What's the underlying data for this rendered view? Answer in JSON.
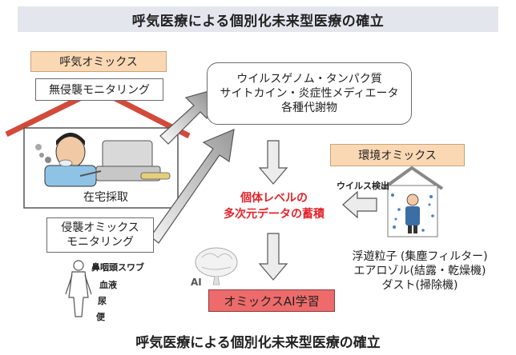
{
  "header": {
    "title": "呼気医療による個別化未来型医療の確立"
  },
  "breath_omics": {
    "label": "呼気オミックス",
    "monitoring": "無侵襲モニタリング",
    "home_sampling": "在宅採取"
  },
  "targets": {
    "line1": "ウイルスゲノム・タンパク質",
    "line2": "サイトカイン・炎症性メディエータ",
    "line3": "各種代謝物"
  },
  "invasive": {
    "line1": "侵襲オミックス",
    "line2": "モニタリング"
  },
  "samples": {
    "swab": "鼻咽頭スワブ",
    "blood": "血液",
    "urine": "尿",
    "stool": "便"
  },
  "center": {
    "line1": "個体レベルの",
    "line2": "多次元データの蓄積"
  },
  "environment": {
    "label": "環境オミックス",
    "virus_detection": "ウイルス検出",
    "source1": "浮遊粒子 (集塵フィルター)",
    "source2": "エアロゾル(結露・乾燥機)",
    "source3": "ダスト(掃除機)"
  },
  "ai": {
    "icon_label": "AI",
    "learning": "オミックスAI学習"
  },
  "footer": {
    "caption": "呼気医療による個別化未来型医療の確立"
  },
  "colors": {
    "banner": "#e3e6ec",
    "orange_box": "#fbd8b4",
    "red_box": "#ee6b6b",
    "red_text": "#e3242b",
    "house_roof": "#d24a3a"
  }
}
